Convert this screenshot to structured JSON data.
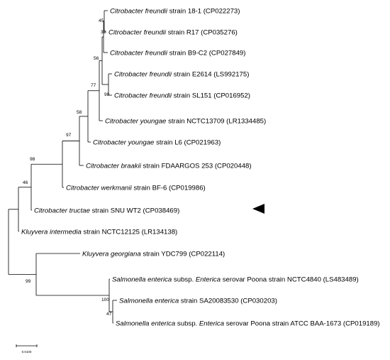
{
  "tree": {
    "leaves": [
      {
        "id": "t1",
        "parts": [
          {
            "t": "Citrobacter freundii",
            "i": true
          },
          {
            "t": " strain 18-1 (CP022273)",
            "i": false
          }
        ]
      },
      {
        "id": "t2",
        "parts": [
          {
            "t": "Citrobacter freundii",
            "i": true
          },
          {
            "t": " strain R17 (CP035276)",
            "i": false
          }
        ]
      },
      {
        "id": "t3",
        "parts": [
          {
            "t": "Citrobacter freundii",
            "i": true
          },
          {
            "t": " strain B9-C2 (CP027849)",
            "i": false
          }
        ]
      },
      {
        "id": "t4",
        "parts": [
          {
            "t": "Citrobacter freundii",
            "i": true
          },
          {
            "t": " strain E2614 (LS992175)",
            "i": false
          }
        ]
      },
      {
        "id": "t5",
        "parts": [
          {
            "t": "Citrobacter freundii",
            "i": true
          },
          {
            "t": " strain SL151 (CP016952)",
            "i": false
          }
        ]
      },
      {
        "id": "t6",
        "parts": [
          {
            "t": "Citrobacter youngae",
            "i": true
          },
          {
            "t": " strain NCTC13709 (LR1334485)",
            "i": false
          }
        ]
      },
      {
        "id": "t7",
        "parts": [
          {
            "t": "Citrobacter youngae",
            "i": true
          },
          {
            "t": " strain L6 (CP021963)",
            "i": false
          }
        ]
      },
      {
        "id": "t8",
        "parts": [
          {
            "t": "Citrobacter braakii",
            "i": true
          },
          {
            "t": " strain FDAARGOS 253 (CP020448)",
            "i": false
          }
        ]
      },
      {
        "id": "t9",
        "parts": [
          {
            "t": "Citrobacter werkmanii",
            "i": true
          },
          {
            "t": " strain BF-6 (CP019986)",
            "i": false
          }
        ]
      },
      {
        "id": "t10",
        "parts": [
          {
            "t": "Citrobacter tructae",
            "i": true
          },
          {
            "t": " strain SNU WT2 (CP038469)",
            "i": false
          }
        ]
      },
      {
        "id": "t11",
        "parts": [
          {
            "t": "Kluyvera intermedia",
            "i": true
          },
          {
            "t": " strain NCTC12125 (LR134138)",
            "i": false
          }
        ]
      },
      {
        "id": "t12",
        "parts": [
          {
            "t": "Kluyvera georgiana",
            "i": true
          },
          {
            "t": " strain YDC799 (CP022114)",
            "i": false
          }
        ]
      },
      {
        "id": "t13",
        "parts": [
          {
            "t": "Salmonella enterica",
            "i": true
          },
          {
            "t": " subsp. ",
            "i": false
          },
          {
            "t": "Enterica",
            "i": true
          },
          {
            "t": " serovar Poona strain NCTC4840 (LS483489)",
            "i": false
          }
        ]
      },
      {
        "id": "t14",
        "parts": [
          {
            "t": "Salmonella enterica",
            "i": true
          },
          {
            "t": " strain SA20083530 (CP030203)",
            "i": false
          }
        ]
      },
      {
        "id": "t15",
        "parts": [
          {
            "t": "Salmonella enterica",
            "i": true
          },
          {
            "t": " subsp. ",
            "i": false
          },
          {
            "t": "Enterica",
            "i": true
          },
          {
            "t": " serovar Poona strain ATCC BAA-1673 (CP019189)",
            "i": false
          }
        ]
      }
    ],
    "bootstrap": [
      {
        "id": "b45",
        "value": "45"
      },
      {
        "id": "b32",
        "value": "32"
      },
      {
        "id": "b56",
        "value": "56"
      },
      {
        "id": "b98a",
        "value": "98"
      },
      {
        "id": "b77",
        "value": "77"
      },
      {
        "id": "b58",
        "value": "58"
      },
      {
        "id": "b97",
        "value": "97"
      },
      {
        "id": "b98b",
        "value": "98"
      },
      {
        "id": "b46",
        "value": "46"
      },
      {
        "id": "b99",
        "value": "99"
      },
      {
        "id": "b100",
        "value": "100"
      },
      {
        "id": "b47",
        "value": "47"
      }
    ],
    "scale_label": "0.0100",
    "highlight_leaf": "t10"
  }
}
